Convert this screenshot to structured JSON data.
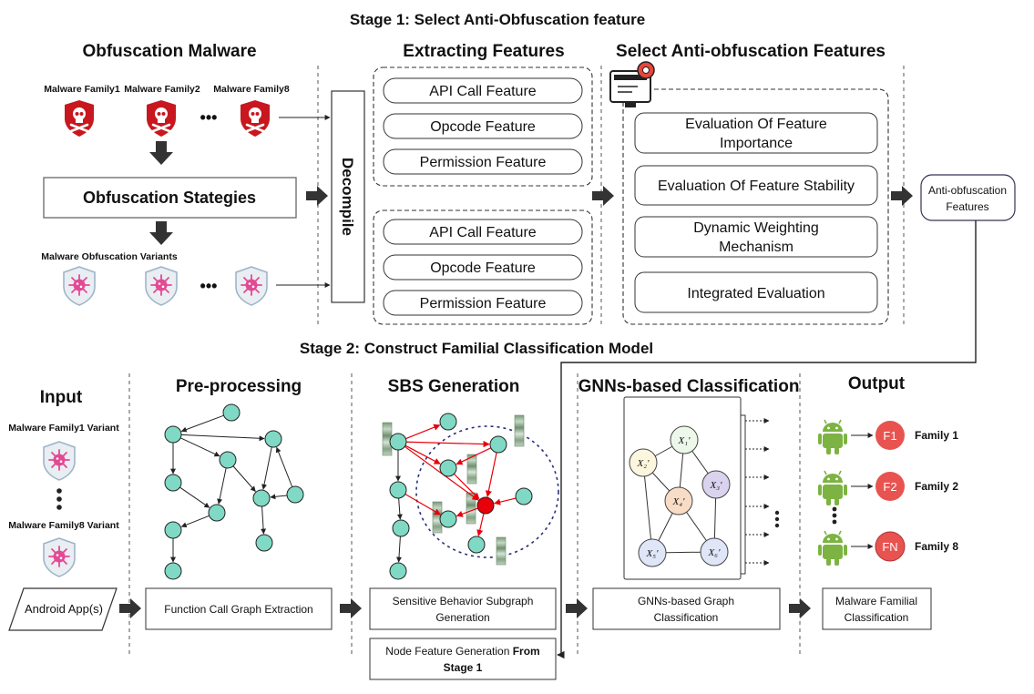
{
  "stage1": {
    "title": "Stage 1: Select Anti-Obfuscation feature",
    "col_malware": {
      "title": "Obfuscation Malware",
      "family_labels": [
        "Malware Family1",
        "Malware Family2",
        "Malware Family8"
      ],
      "strategies": "Obfuscation Stategies",
      "variants_label": "Malware Obfuscation Variants",
      "ellipsis": "•••"
    },
    "decompile": "Decompile",
    "col_extract": {
      "title": "Extracting Features",
      "group1": [
        "API Call Feature",
        "Opcode Feature",
        "Permission  Feature"
      ],
      "group2": [
        "API Call Feature",
        "Opcode Feature",
        "Permission  Feature"
      ]
    },
    "col_select": {
      "title": "Select Anti-obfuscation Features",
      "items": [
        [
          "Evaluation Of Feature",
          "Importance"
        ],
        [
          "Evaluation Of Feature Stability"
        ],
        [
          "Dynamic Weighting",
          "Mechanism"
        ],
        [
          "Integrated Evaluation"
        ]
      ]
    },
    "result": [
      "Anti-obfuscation",
      "Features"
    ]
  },
  "stage2": {
    "title": "Stage 2: Construct Familial Classification Model",
    "input": {
      "title": "Input",
      "variant1": "Malware Family1 Variant",
      "variant8": "Malware Family8 Variant",
      "box": "Android App(s)"
    },
    "preprocess": {
      "title": "Pre-processing",
      "box": "Function Call Graph Extraction"
    },
    "sbs": {
      "title": "SBS Generation",
      "box": [
        "Sensitive Behavior Subgraph",
        "Generation"
      ],
      "node_feature_prefix": "Node Feature Generation ",
      "node_feature_bold1": "From",
      "node_feature_bold2": "Stage 1"
    },
    "gnn": {
      "title": "GNNs-based Classification",
      "box": [
        "GNNs-based Graph",
        "Classification"
      ],
      "nodes": [
        "X₁'",
        "X₂'",
        "X₃'",
        "X₄'",
        "X₅'",
        "X₆'"
      ]
    },
    "output": {
      "title": "Output",
      "families": [
        {
          "badge": "F1",
          "label": "Family 1"
        },
        {
          "badge": "F2",
          "label": "Family 2"
        },
        {
          "badge": "FN",
          "label": "Family 8"
        }
      ],
      "box": [
        "Malware Familial",
        "Classification"
      ]
    }
  },
  "colors": {
    "malware_red": "#c8171e",
    "node_teal": "#7fd9c4",
    "android_green": "#7cb342",
    "badge_red": "#e8534f",
    "accent_red": "#e8000a"
  }
}
